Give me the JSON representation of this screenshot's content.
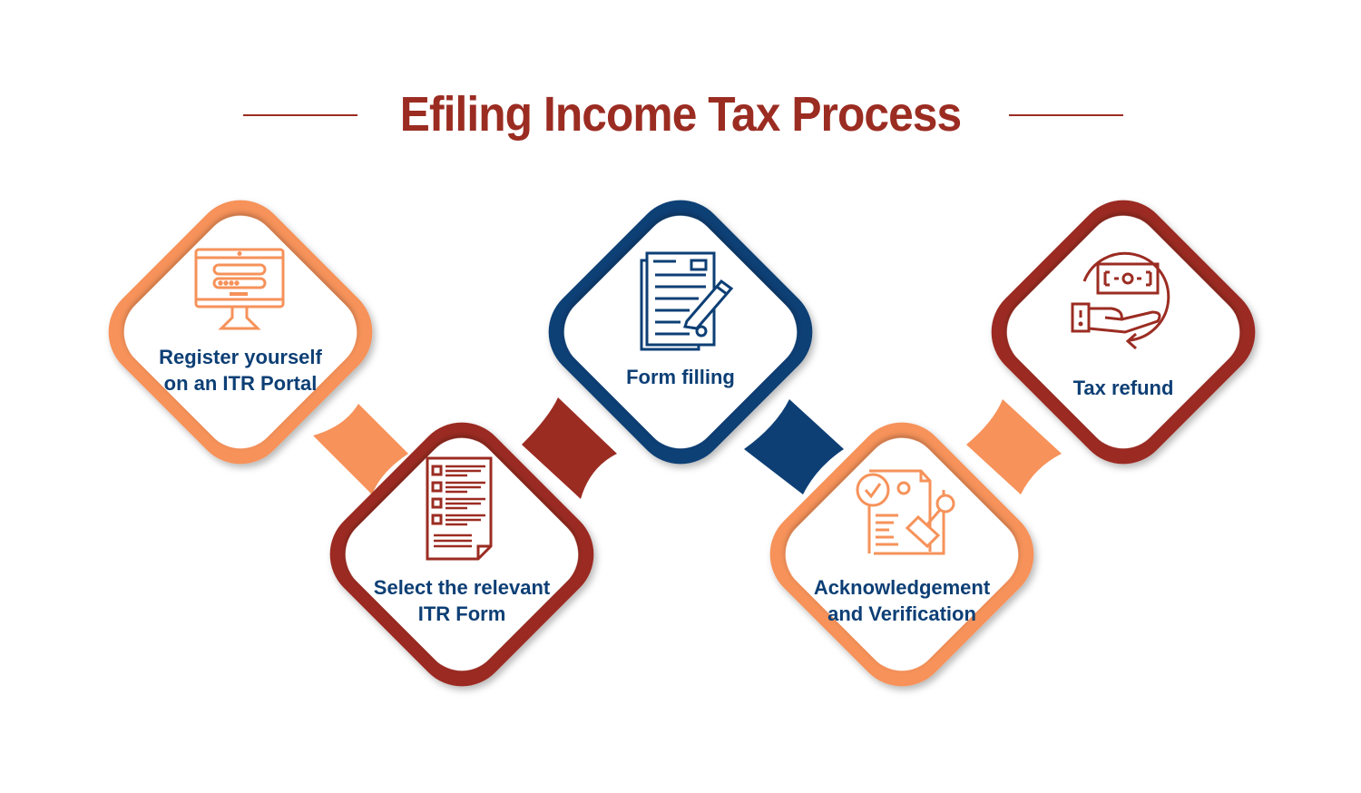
{
  "title": "Efiling Income Tax Process",
  "colors": {
    "title": "#9b2c22",
    "label": "#0d3f75",
    "orange": "#f6925a",
    "red": "#9b2c22",
    "navy": "#0d3f75"
  },
  "steps": [
    {
      "index": 1,
      "label_line1": "Register yourself",
      "label_line2": "on an ITR Portal",
      "icon": "computer-login-icon",
      "color": "orange"
    },
    {
      "index": 2,
      "label_line1": "Select the relevant",
      "label_line2": "ITR Form",
      "icon": "checklist-document-icon",
      "color": "red"
    },
    {
      "index": 3,
      "label_line1": "Form filling",
      "label_line2": "",
      "icon": "document-pencil-icon",
      "color": "navy"
    },
    {
      "index": 4,
      "label_line1": "Acknowledgement",
      "label_line2": "and Verification",
      "icon": "stamp-approval-icon",
      "color": "orange"
    },
    {
      "index": 5,
      "label_line1": "Tax refund",
      "label_line2": "",
      "icon": "money-refund-hand-icon",
      "color": "red"
    }
  ]
}
